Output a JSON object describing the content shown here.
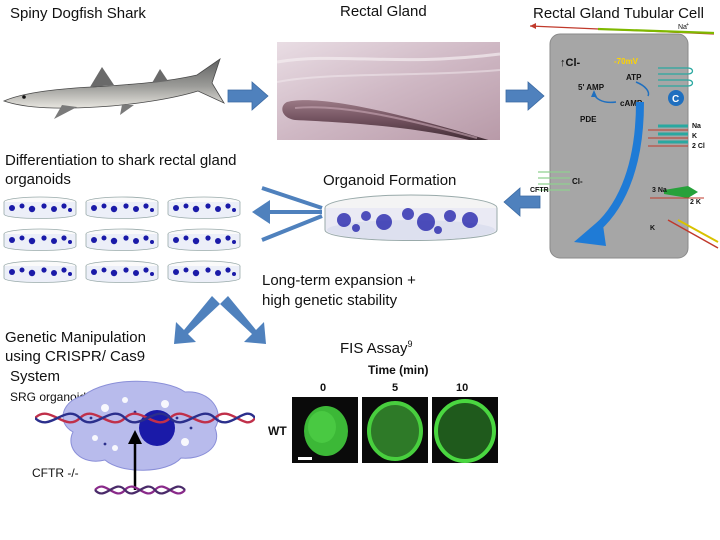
{
  "titles": {
    "shark": "Spiny Dogfish Shark",
    "gland": "Rectal Gland",
    "cell": "Rectal Gland Tubular Cell",
    "differentiation_line1": "Differentiation to shark rectal gland",
    "differentiation_line2": "organoids",
    "organoid_formation": "Organoid Formation",
    "expansion_line1": "Long-term expansion +",
    "expansion_line2": "high genetic stability",
    "genetic_line1": "Genetic Manipulation",
    "genetic_line2": "using CRISPR/ Cas9",
    "genetic_line3": "System",
    "fis_title": "FIS Assay",
    "fis_superscript": "9"
  },
  "cell_labels": {
    "na_top": "Na",
    "na_top_sup": "+",
    "cl": "↑Cl-",
    "potential": "-70mV",
    "atp": "ATP",
    "camp_5": "5' AMP",
    "camp": "cAMP",
    "pde": "PDE",
    "c_badge": "C",
    "nkcc_na": "Na",
    "nkcc_k": "K",
    "nkcc_cl": "2 Cl",
    "cftr": "CFTR",
    "cl_out": "Cl-",
    "pump_na": "3 Na",
    "pump_k": "2 K",
    "k_channel": "K"
  },
  "organoid_labels": {
    "srg": "SRG organoid",
    "cftr_ko": "CFTR -/-"
  },
  "fis": {
    "time_label": "Time (min)",
    "times": [
      "0",
      "5",
      "10"
    ],
    "row_label": "WT"
  },
  "colors": {
    "flow_arrow": "#4f81bd",
    "cell_body": "#a6a6a6",
    "organoid": "#1a1aa8",
    "fis_green": "#3fc23a",
    "dna_red": "#c0304a",
    "dna_blue": "#2b2f8c",
    "dna_purple": "#8a2a8a"
  }
}
